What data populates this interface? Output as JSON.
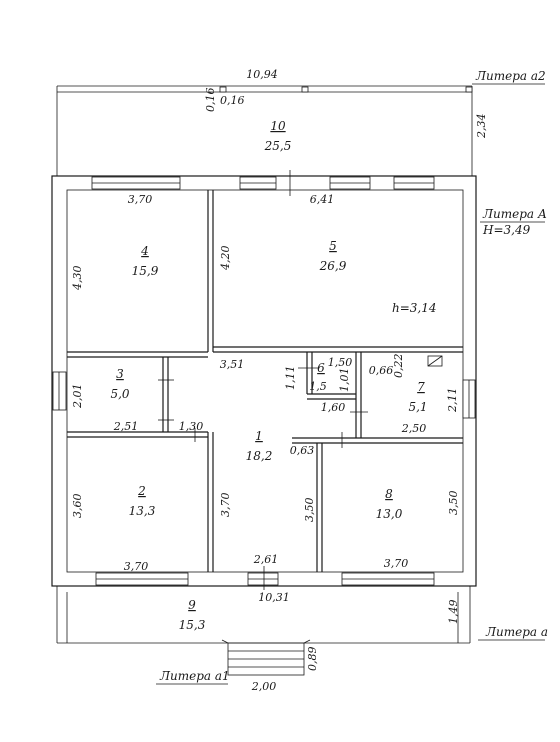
{
  "rooms": [
    {
      "id": "r10",
      "num": "10",
      "area": "25,5"
    },
    {
      "id": "r4",
      "num": "4",
      "area": "15,9"
    },
    {
      "id": "r5",
      "num": "5",
      "area": "26,9"
    },
    {
      "id": "r3",
      "num": "3",
      "area": "5,0"
    },
    {
      "id": "r6",
      "num": "6",
      "area": ""
    },
    {
      "id": "r7",
      "num": "7",
      "area": "5,1"
    },
    {
      "id": "r1",
      "num": "1",
      "area": "18,2"
    },
    {
      "id": "r2",
      "num": "2",
      "area": "13,3"
    },
    {
      "id": "r8",
      "num": "8",
      "area": "13,0"
    },
    {
      "id": "r9",
      "num": "9",
      "area": "15,3"
    }
  ],
  "litera": {
    "a2": "Литера а2",
    "A": "Литера А",
    "H": "H=3,49",
    "a": "Литера а",
    "a1": "Литера а1"
  },
  "heights": {
    "h5": "h=3,14"
  },
  "dims": {
    "top_total": "10,94",
    "small_016_v": "0,16",
    "small_016_h": "0,16",
    "right_234": "2,34",
    "d370_top4": "3,70",
    "d641": "6,41",
    "d430": "4,30",
    "d420": "4,20",
    "d351": "3,51",
    "d111": "1,11",
    "d150_top": "1,50",
    "d15": "1,5",
    "d101": "1,01",
    "d066": "0,66",
    "d022": "0,22",
    "d160": "1,60",
    "d201": "2,01",
    "d211": "2,11",
    "d251": "2,51",
    "d130": "1,30",
    "d250": "2,50",
    "d063": "0,63",
    "d360": "3,60",
    "d370_mid": "3,70",
    "d350_mid": "3,50",
    "d350_right": "3,50",
    "d370_bl": "3,70",
    "d261": "2,61",
    "d370_br": "3,70",
    "d1031": "10,31",
    "d149": "1,49",
    "d089": "0,89",
    "d200": "2,00"
  }
}
